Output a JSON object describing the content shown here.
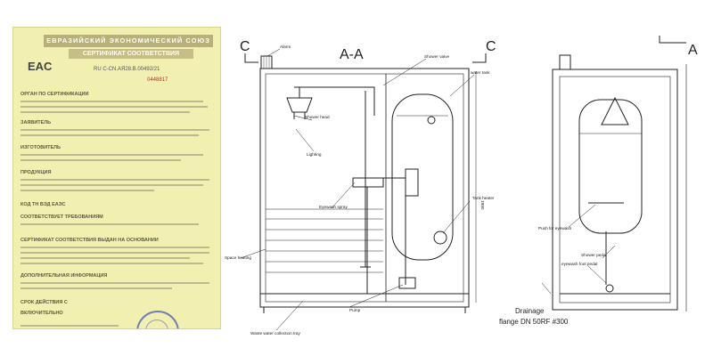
{
  "certificate": {
    "banner": "ЕВРАЗИЙСКИЙ ЭКОНОМИЧЕСКИЙ СОЮЗ",
    "sub": "СЕРТИФИКАТ СООТВЕТСТВИЯ",
    "mark": "EAC",
    "number": "RU C-CN.АЯ28.В.00492/21",
    "serial": "0448817",
    "sections": [
      "ОРГАН ПО СЕРТИФИКАЦИИ",
      "ЗАЯВИТЕЛЬ",
      "ИЗГОТОВИТЕЛЬ",
      "ПРОДУКЦИЯ",
      "КОД ТН ВЭД ЕАЭС",
      "СООТВЕТСТВУЕТ ТРЕБОВАНИЯМ",
      "СЕРТИФИКАТ СООТВЕТСТВИЯ ВЫДАН НА ОСНОВАНИИ",
      "ДОПОЛНИТЕЛЬНАЯ ИНФОРМАЦИЯ",
      "СРОК ДЕЙСТВИЯ С",
      "ВКЛЮЧИТЕЛЬНО"
    ]
  },
  "drawing": {
    "section_title": "A-A",
    "mark_c": "C",
    "mark_a": "A",
    "dimension": "1990",
    "labels": {
      "alarm": "Alarm",
      "shower_valve": "Shower valve",
      "water_tank": "water tank",
      "shower_head": "Shower head",
      "lighting": "Lighting",
      "eyewash_spray": "Eyewash spray",
      "tank_heater": "Tank heater",
      "space_heating": "Space heating",
      "pump": "Pump",
      "waste_tray": "Waste water collection tray",
      "push_eyewash": "Push for eyewash",
      "shower_pedal": "Shower pedal",
      "eyewash_pedal": "eyewash foot pedal",
      "drainage_1": "Drainage",
      "drainage_2": "flange DN 50RF #300"
    }
  }
}
